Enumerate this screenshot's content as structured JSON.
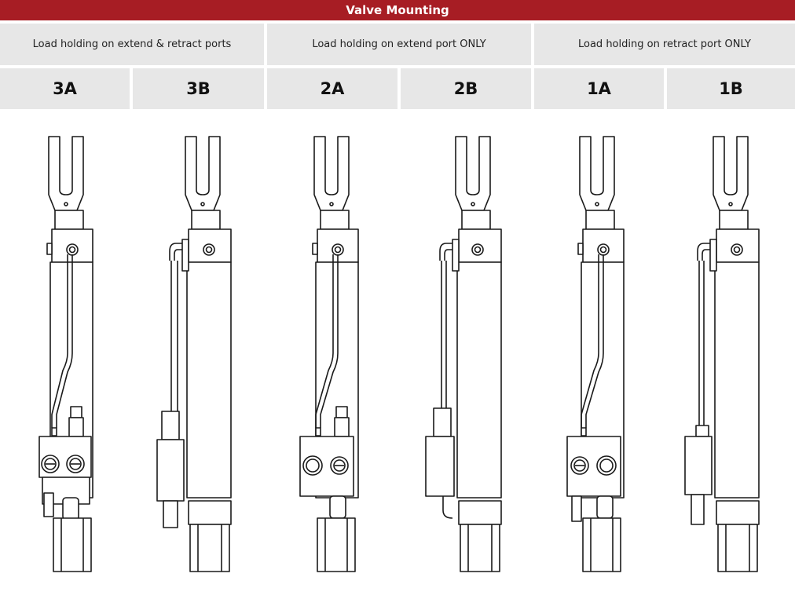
{
  "title": "Valve Mounting",
  "groups": [
    {
      "label": "Load holding on extend & retract ports"
    },
    {
      "label": "Load holding on extend port ONLY"
    },
    {
      "label": "Load holding on retract port ONLY"
    }
  ],
  "codes": [
    "3A",
    "3B",
    "2A",
    "2B",
    "1A",
    "1B"
  ],
  "colors": {
    "header": "#a71d24",
    "cell": "#e7e7e7",
    "line": "#1a1a1a"
  },
  "icons": [
    "cylinder-with-front-valve-icon",
    "cylinder-with-side-valve-icon"
  ]
}
